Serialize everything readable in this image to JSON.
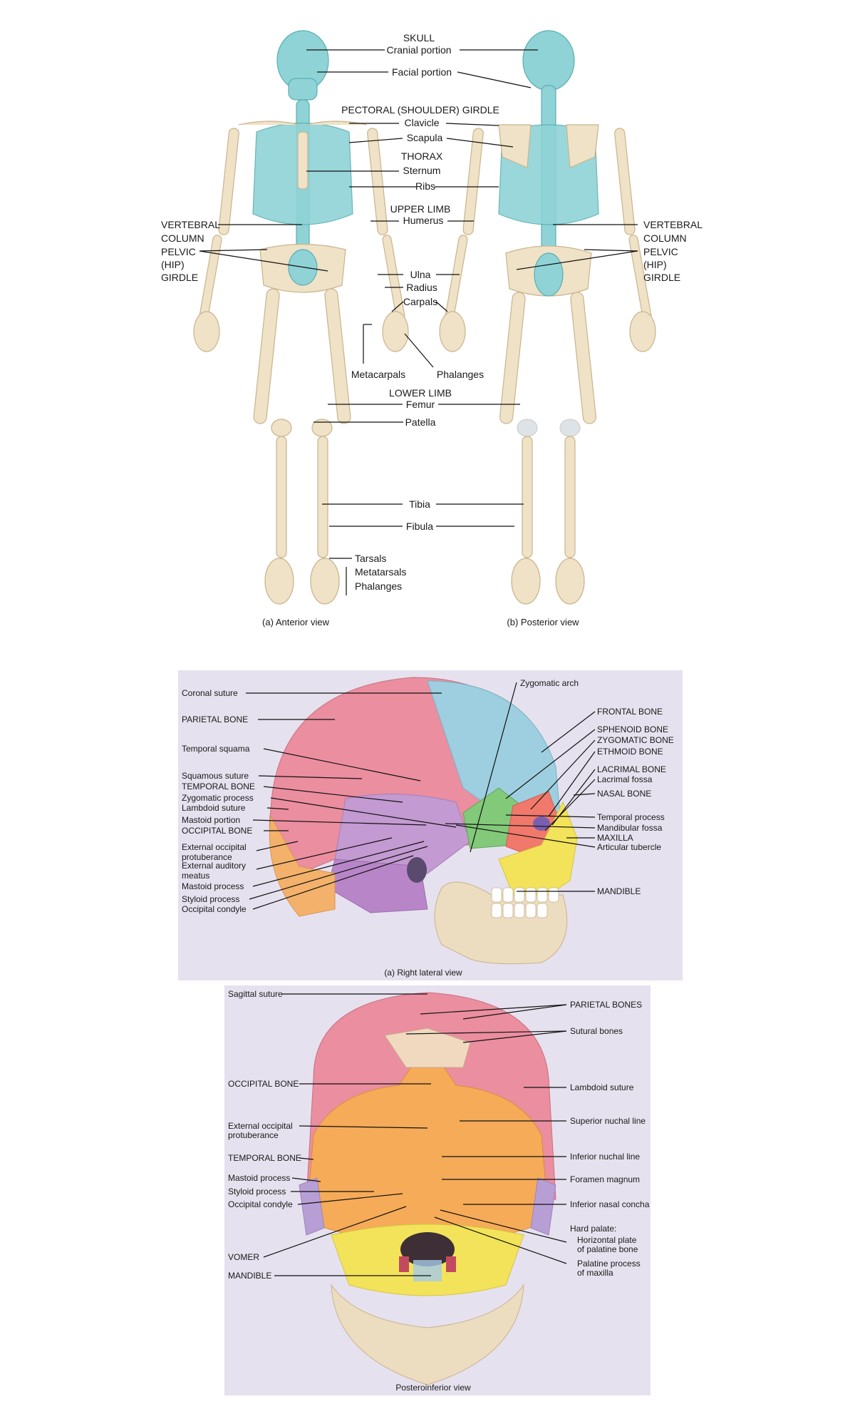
{
  "skeleton": {
    "labels": {
      "skull": "SKULL",
      "cranial": "Cranial portion",
      "facial": "Facial portion",
      "pectoral": "PECTORAL (SHOULDER) GIRDLE",
      "clavicle": "Clavicle",
      "scapula": "Scapula",
      "thorax": "THORAX",
      "sternum": "Sternum",
      "ribs": "Ribs",
      "upper_limb": "UPPER LIMB",
      "humerus": "Humerus",
      "vertebral_1": "VERTEBRAL",
      "vertebral_2": "COLUMN",
      "pelvic_1": "PELVIC",
      "pelvic_2": "(HIP)",
      "pelvic_3": "GIRDLE",
      "ulna": "Ulna",
      "radius": "Radius",
      "carpals": "Carpals",
      "metacarpals": "Metacarpals",
      "phalanges_hand": "Phalanges",
      "lower_limb": "LOWER LIMB",
      "femur": "Femur",
      "patella": "Patella",
      "tibia": "Tibia",
      "fibula": "Fibula",
      "tarsals": "Tarsals",
      "metatarsals": "Metatarsals",
      "phalanges_foot": "Phalanges"
    },
    "caption_anterior": "(a) Anterior view",
    "caption_posterior": "(b) Posterior view",
    "colors": {
      "axial": "#8fd3d6",
      "appendicular": "#efe2c6"
    }
  },
  "lateral_skull": {
    "caption": "(a) Right lateral view",
    "background": "#e6e1ee",
    "left_labels": {
      "coronal": "Coronal suture",
      "parietal": "PARIETAL BONE",
      "temporal_squama": "Temporal squama",
      "squamous": "Squamous suture",
      "temporal": "TEMPORAL BONE",
      "zygomatic_process": "Zygomatic process",
      "lambdoid": "Lambdoid suture",
      "mastoid_portion": "Mastoid portion",
      "occipital": "OCCIPITAL BONE",
      "ext_occ_1": "External occipital",
      "ext_occ_2": "protuberance",
      "ext_aud_1": "External auditory",
      "ext_aud_2": "meatus",
      "mastoid_process": "Mastoid process",
      "styloid": "Styloid process",
      "occipital_condyle": "Occipital condyle"
    },
    "right_labels": {
      "zygomatic_arch": "Zygomatic arch",
      "frontal": "FRONTAL BONE",
      "sphenoid": "SPHENOID BONE",
      "zygomatic": "ZYGOMATIC BONE",
      "ethmoid": "ETHMOID BONE",
      "lacrimal": "LACRIMAL BONE",
      "lacrimal_fossa": "Lacrimal fossa",
      "nasal": "NASAL BONE",
      "temporal_process": "Temporal process",
      "mandibular_fossa": "Mandibular fossa",
      "maxilla": "MAXILLA",
      "articular": "Articular tubercle",
      "mandible": "MANDIBLE"
    }
  },
  "posterior_skull": {
    "caption": "Posteroinferior view",
    "background": "#e6e1ee",
    "left_labels": {
      "sagittal": "Sagittal suture",
      "occipital": "OCCIPITAL BONE",
      "ext_occ_1": "External occipital",
      "ext_occ_2": "protuberance",
      "temporal": "TEMPORAL BONE",
      "mastoid": "Mastoid process",
      "styloid": "Styloid process",
      "occipital_condyle": "Occipital condyle",
      "vomer": "VOMER",
      "mandible": "MANDIBLE"
    },
    "right_labels": {
      "parietal": "PARIETAL BONES",
      "sutural": "Sutural bones",
      "lambdoid": "Lambdoid suture",
      "superior_nuchal": "Superior nuchal line",
      "inferior_nuchal": "Inferior nuchal line",
      "foramen": "Foramen magnum",
      "inferior_concha": "Inferior nasal concha",
      "hard_palate": "Hard palate:",
      "horizontal_1": "Horizontal plate",
      "horizontal_2": "of palatine bone",
      "palatine_1": "Palatine process",
      "palatine_2": "of maxilla"
    }
  }
}
